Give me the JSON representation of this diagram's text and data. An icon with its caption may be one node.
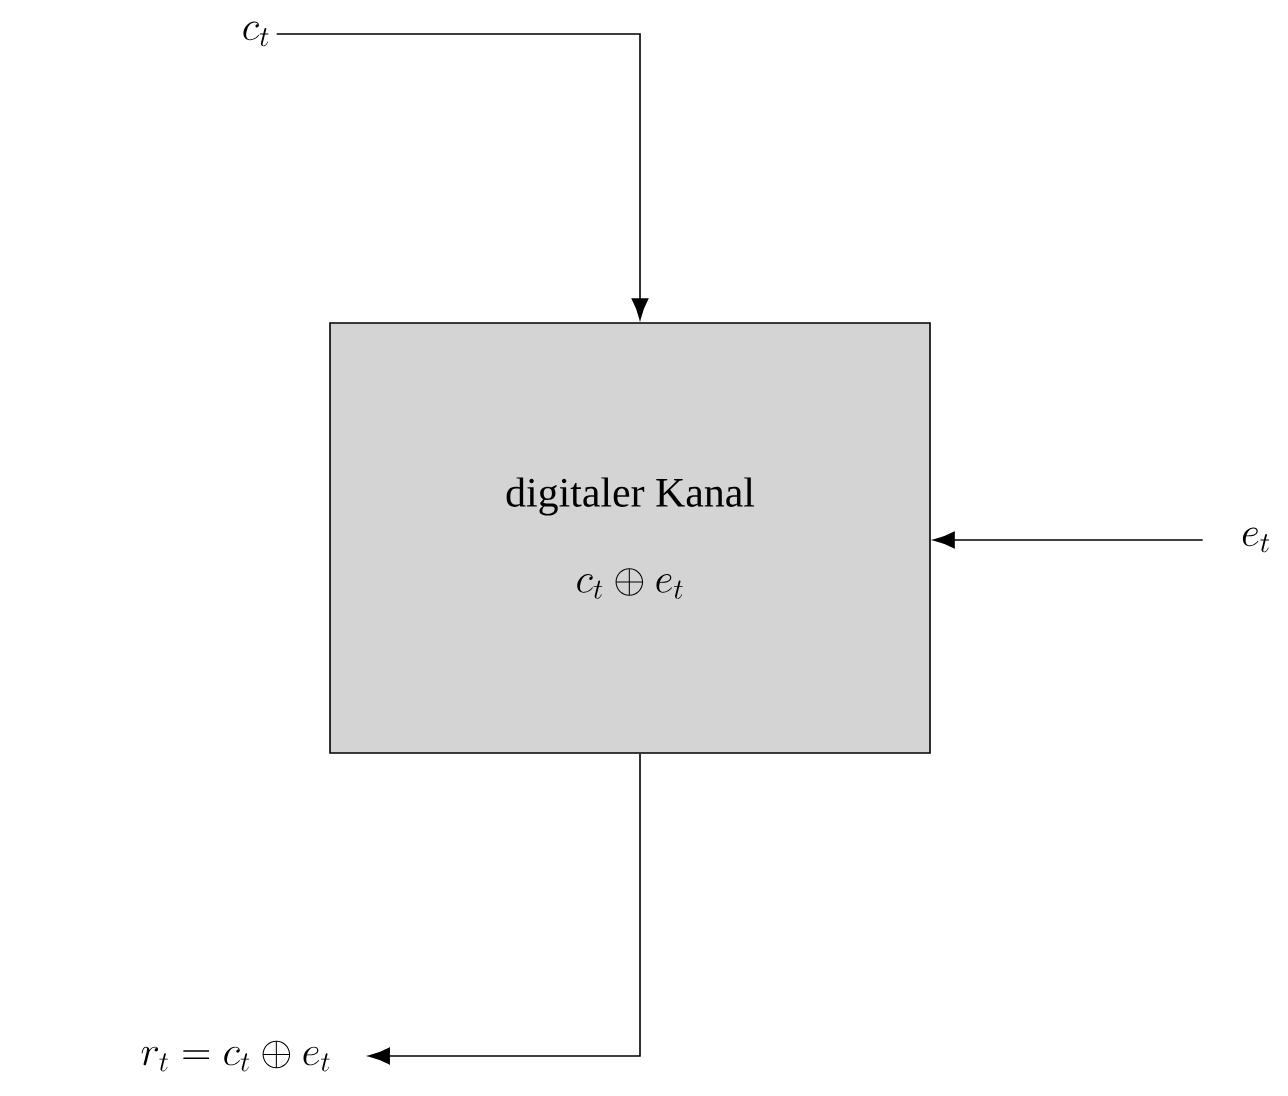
{
  "diagram": {
    "nodes": [
      {
        "text": [
          "c_t"
        ]
      },
      {
        "text": [
          "digitaler Kanal",
          "c_t \\oplus e_t"
        ]
      },
      {
        "text": [
          "e_t"
        ]
      },
      {
        "text": [
          "r_t = c_t \\oplus e_t"
        ]
      }
    ],
    "edges": [
      {
        "from": 0,
        "to": 1,
        "arrow": "to"
      },
      {
        "from": 2,
        "to": 1,
        "arrow": "to"
      },
      {
        "from": 1,
        "to": 3,
        "arrow": "to"
      }
    ]
  }
}
